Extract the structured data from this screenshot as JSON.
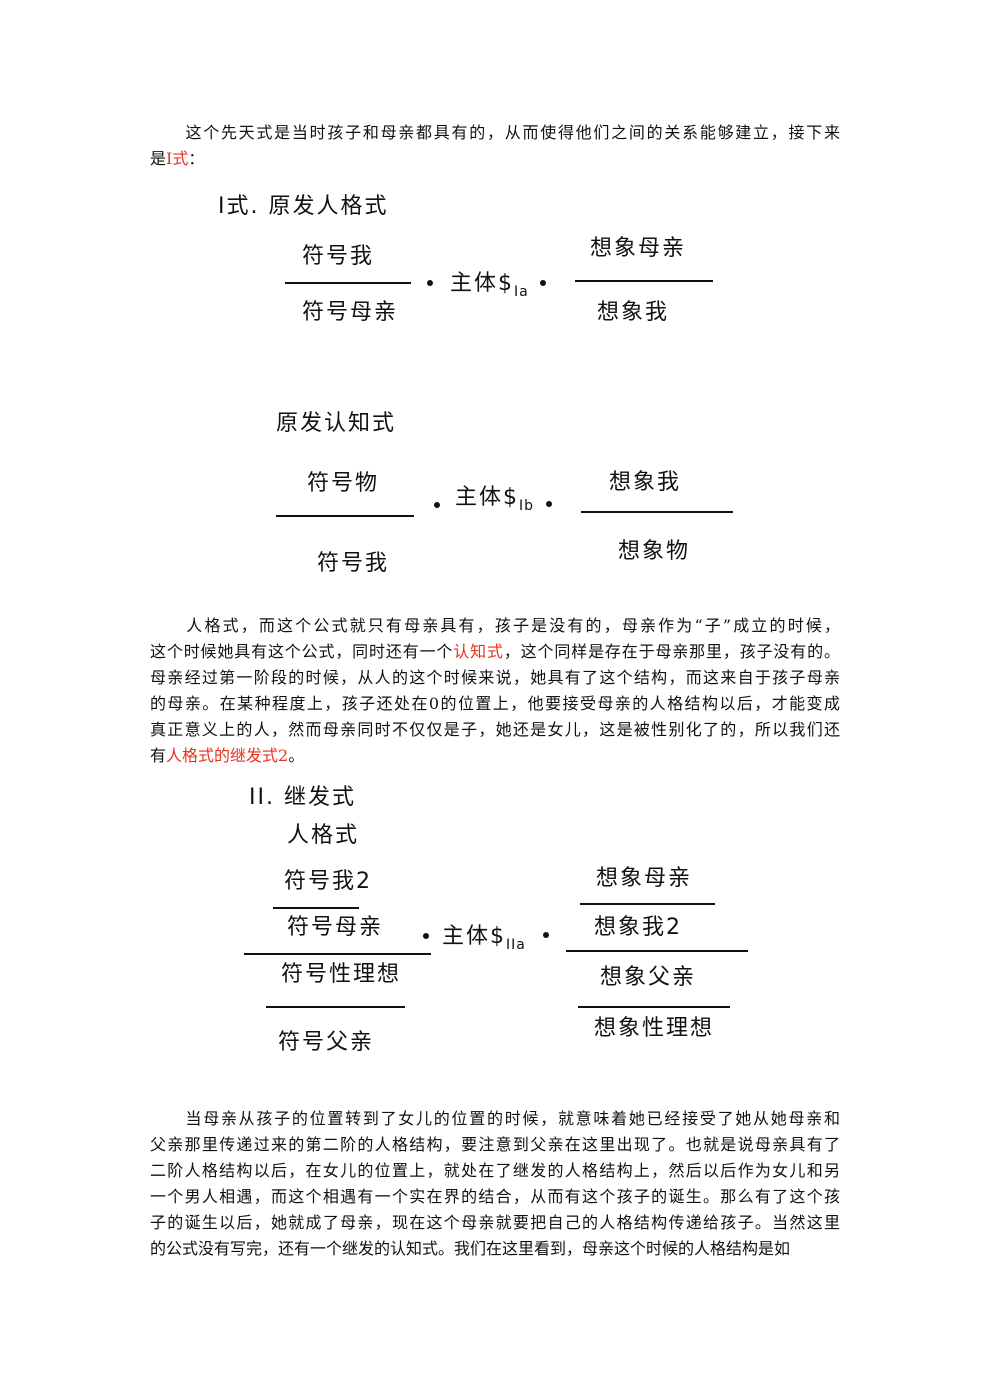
{
  "paragraphs": [
    {
      "lines": [
        [
          {
            "t": "　　这个先天式是当时孩子和母亲都具有的，从而使得他们之间的关系能够建立，接下来"
          }
        ],
        [
          {
            "t": "是"
          },
          {
            "t": "I式",
            "red": true
          },
          {
            "t": "："
          }
        ]
      ]
    },
    {
      "lines": [
        [
          {
            "t": "　　人格式，而这个公式就只有母亲具有，孩子是没有的，母亲作为“子”成立的时候，"
          }
        ],
        [
          {
            "t": "这个时候她具有这个公式，同时还有一个"
          },
          {
            "t": "认知式",
            "red": true
          },
          {
            "t": "，这个同样是存在于母亲那里，孩子没有的。"
          }
        ],
        [
          {
            "t": "母亲经过第一阶段的时候，从人的这个时候来说，她具有了这个结构，而这来自于孩子母亲"
          }
        ],
        [
          {
            "t": "的母亲。在某种程度上，孩子还处在0的位置上，他要接受母亲的人格结构以后，才能变成"
          }
        ],
        [
          {
            "t": "真正意义上的人，然而母亲同时不仅仅是子，她还是女儿，这是被性别化了的，所以我们还"
          }
        ],
        [
          {
            "t": "有"
          },
          {
            "t": "人格式的继发式2",
            "red": true
          },
          {
            "t": "。"
          }
        ]
      ]
    },
    {
      "lines": [
        [
          {
            "t": "　　当母亲从孩子的位置转到了女儿的位置的时候，就意味着她已经接受了她从她母亲和"
          }
        ],
        [
          {
            "t": "父亲那里传递过来的第二阶的人格结构，要注意到父亲在这里出现了。也就是说母亲具有了"
          }
        ],
        [
          {
            "t": "二阶人格结构以后，在女儿的位置上，就处在了继发的人格结构上，然后以后作为女儿和另"
          }
        ],
        [
          {
            "t": "一个男人相遇，而这个相遇有一个实在界的结合，从而有这个孩子的诞生。那么有了这个孩"
          }
        ],
        [
          {
            "t": "子的诞生以后，她就成了母亲，现在这个母亲就要把自己的人格结构传递给孩子。当然这里"
          }
        ],
        [
          {
            "t": "的公式没有写完，还有一个继发的认知式。我们在这里看到，母亲这个时候的人格结构是如"
          }
        ]
      ]
    }
  ],
  "formula_1": {
    "title": "I式. 原发人格式",
    "left_top": "符号我",
    "left_bottom": "符号母亲",
    "subject": "主体$",
    "subject_sub": "Ia",
    "right_top": "想象母亲",
    "right_bottom": "想象我"
  },
  "formula_1b": {
    "title": "原发认知式",
    "left_top": "符号物",
    "left_bottom": "符号我",
    "subject": "主体$",
    "subject_sub": "Ib",
    "right_top": "想象我",
    "right_bottom": "想象物"
  },
  "formula_2": {
    "title": "II. 继发式",
    "subtitle": "人格式",
    "left": [
      "符号我2",
      "符号母亲",
      "符号性理想",
      "符号父亲"
    ],
    "subject": "主体$",
    "subject_sub": "IIa",
    "right": [
      "想象母亲",
      "想象我2",
      "想象父亲",
      "想象性理想"
    ]
  },
  "colors": {
    "link": "#e8321e",
    "text": "#111111"
  }
}
